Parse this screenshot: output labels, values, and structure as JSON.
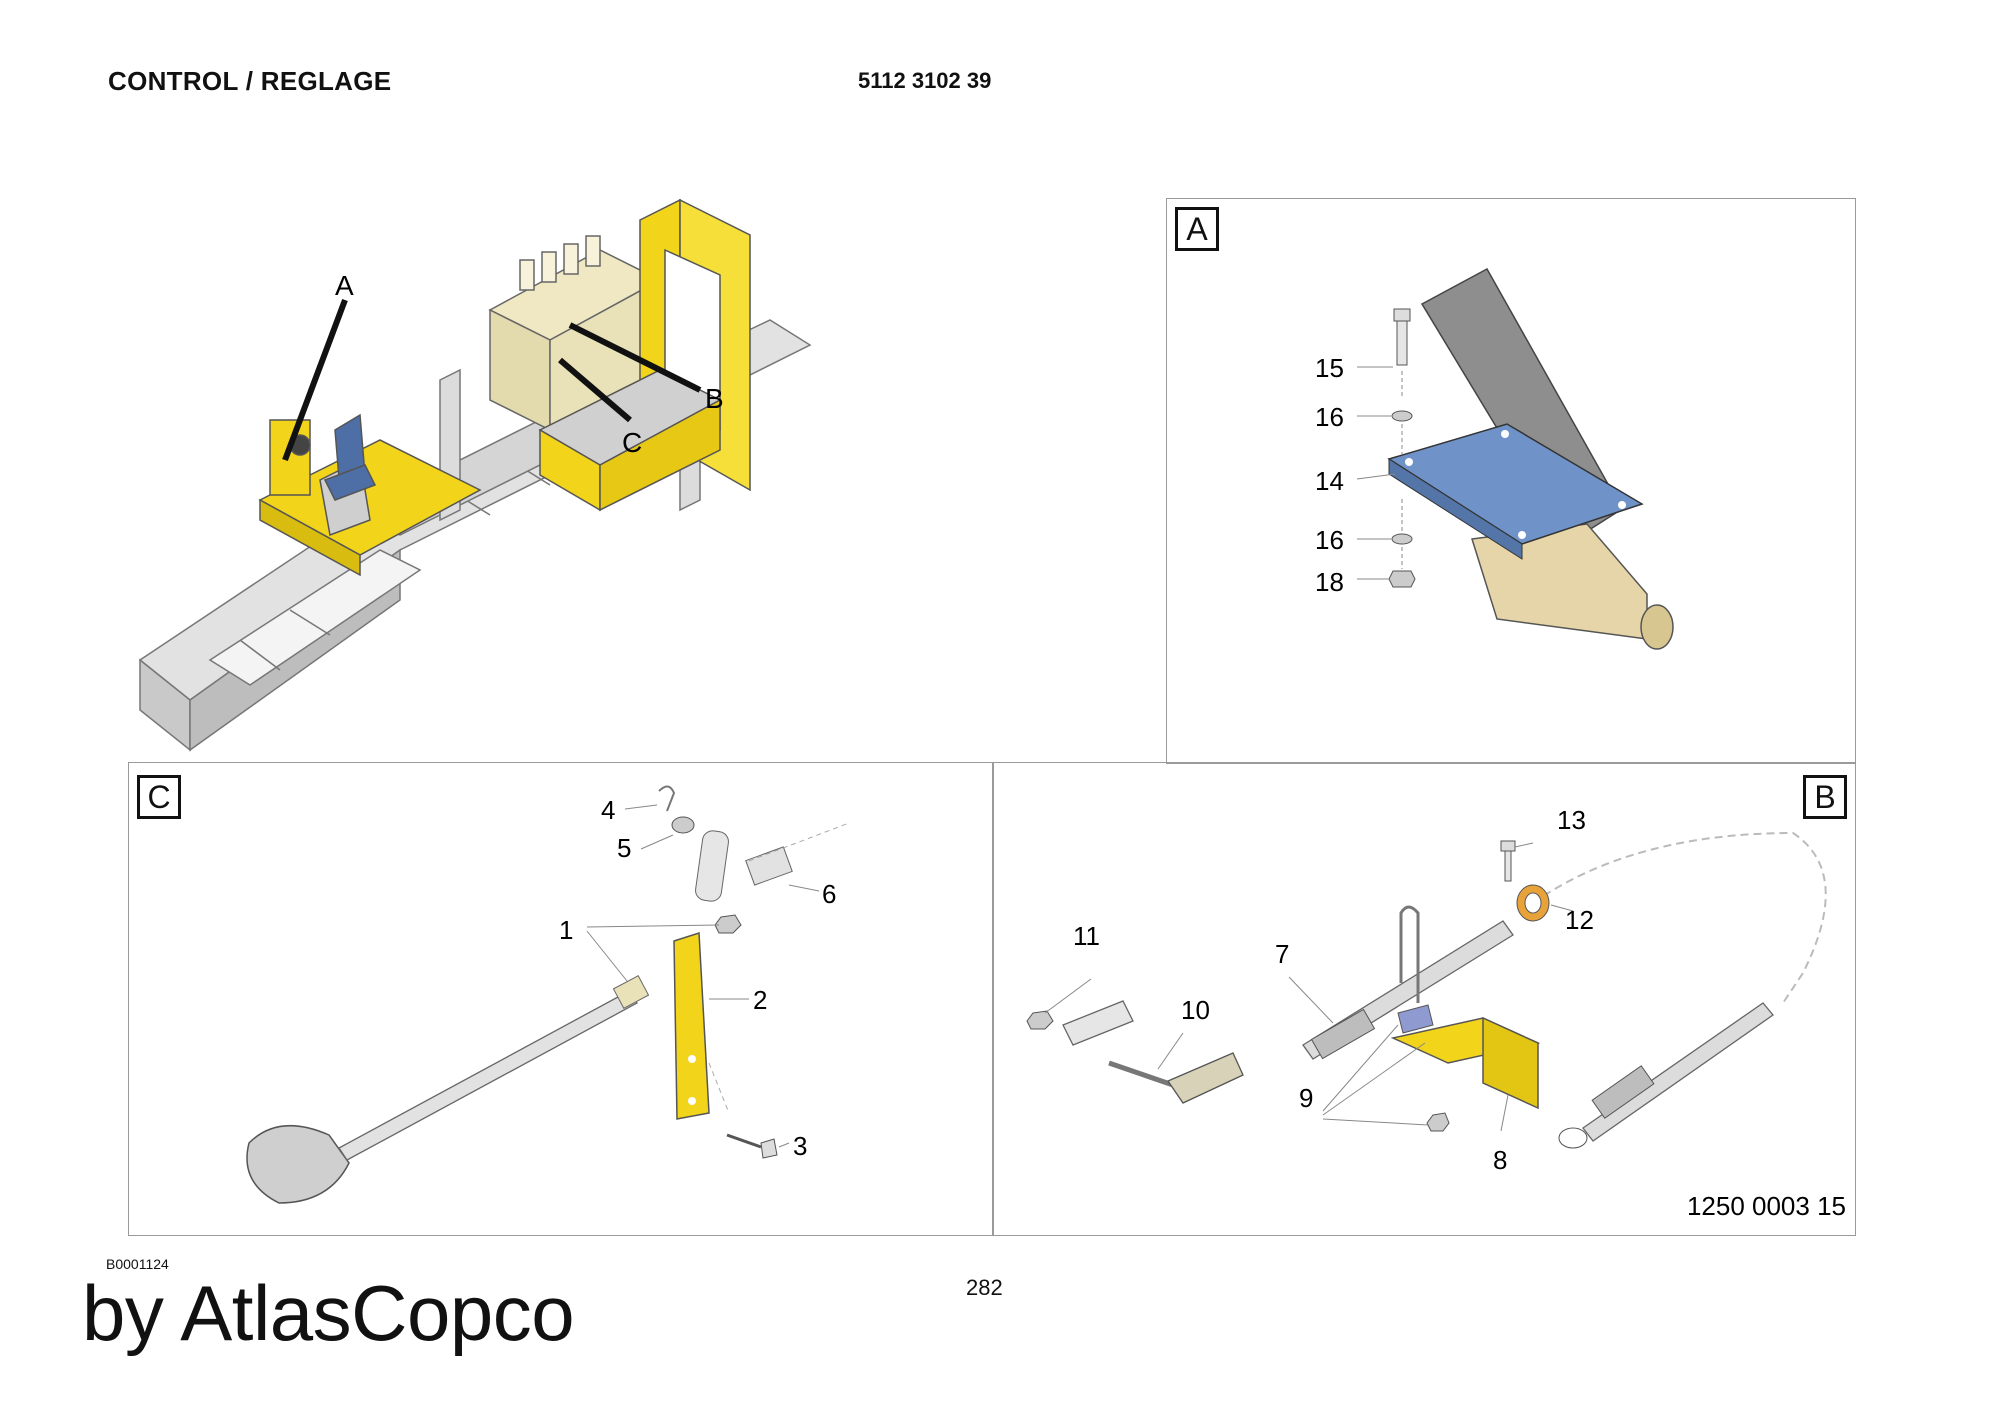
{
  "header": {
    "title": "CONTROL / REGLAGE",
    "doc_number": "5112 3102 39"
  },
  "overview": {
    "callouts": [
      "A",
      "B",
      "C"
    ]
  },
  "panel_a": {
    "tag": "A",
    "labels": [
      "15",
      "16",
      "14",
      "16",
      "18"
    ]
  },
  "panel_c": {
    "tag": "C",
    "labels": [
      "4",
      "5",
      "6",
      "1",
      "2",
      "3"
    ]
  },
  "panel_b": {
    "tag": "B",
    "labels": [
      "13",
      "12",
      "11",
      "7",
      "10",
      "9",
      "8"
    ],
    "drawing_number": "1250 0003 15"
  },
  "footer": {
    "drawing_code": "B0001124",
    "page_number": "282",
    "publisher": "by AtlasCopco"
  },
  "colors": {
    "machine_yellow": "#f2d41a",
    "frame_grey": "#d9d9d9",
    "pedal_blue": "#6f93c8",
    "engine_cream": "#efe8c2",
    "ring_orange": "#e8a23a"
  }
}
